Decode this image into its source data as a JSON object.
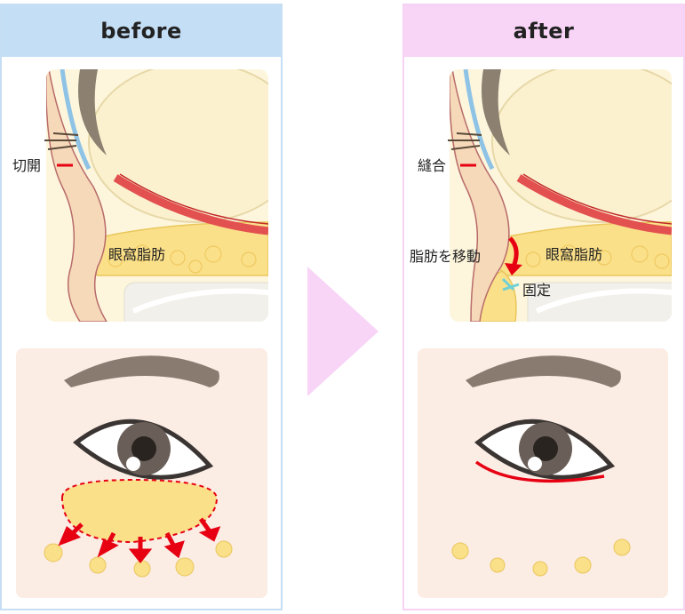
{
  "before": {
    "title": "before",
    "labels": {
      "incision": "切開",
      "fat": "眼窩脂肪"
    }
  },
  "after": {
    "title": "after",
    "labels": {
      "suture": "縫合",
      "move_fat": "脂肪を移動",
      "fat": "眼窩脂肪",
      "fix": "固定"
    }
  },
  "colors": {
    "before_header": "#c4def5",
    "after_header": "#f8d4f6",
    "arrow": "#e60012",
    "fat": "#fbe08a",
    "skin": "#fbece4",
    "arrow_between": "#f8d4f6"
  },
  "icons": [
    "arrow-right-icon",
    "eye-icon",
    "eyebrow-icon",
    "fat-blob-icon",
    "red-arrow-icon"
  ]
}
